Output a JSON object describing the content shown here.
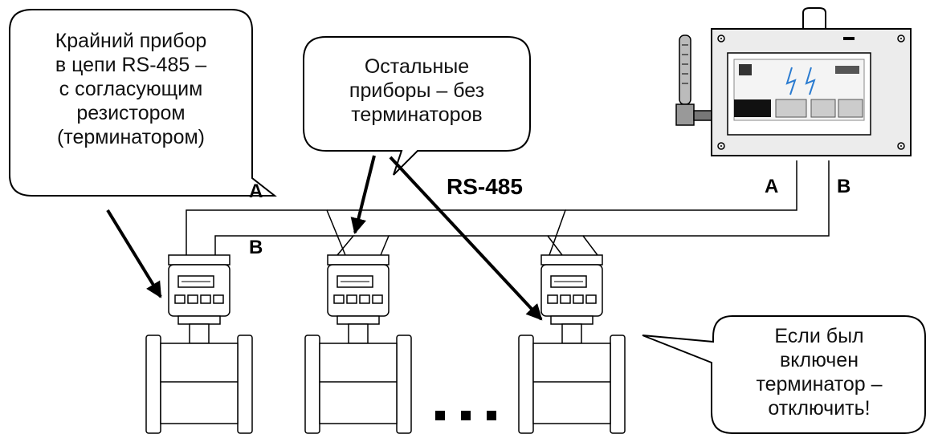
{
  "callouts": {
    "terminator": {
      "lines": [
        "Крайний прибор",
        "в цепи RS-485 –",
        "с согласующим",
        "резистором",
        "(терминатором)"
      ]
    },
    "others": {
      "lines": [
        "Остальные",
        "приборы – без",
        "терминаторов"
      ]
    },
    "disable": {
      "lines": [
        "Если был",
        "включен",
        "терминатор –",
        "отключить!"
      ]
    }
  },
  "wire_labels": {
    "a_left": "A",
    "b_left": "B",
    "bus": "RS-485",
    "a_right": "A",
    "b_right": "B"
  },
  "ellipsis": "..."
}
